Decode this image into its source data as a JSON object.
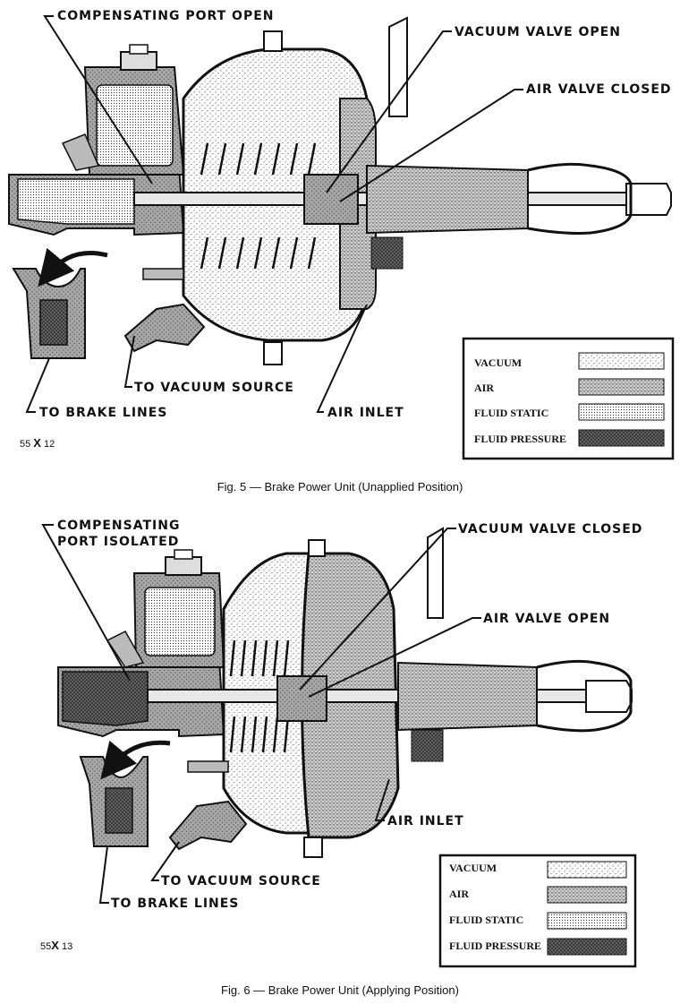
{
  "figure5": {
    "labels": {
      "compensating_port": "COMPENSATING PORT OPEN",
      "vacuum_valve": "VACUUM VALVE OPEN",
      "air_valve": "AIR VALVE CLOSED",
      "to_vacuum_source": "TO VACUUM SOURCE",
      "to_brake_lines": "TO BRAKE LINES",
      "air_inlet": "AIR INLET"
    },
    "legend": [
      "VACUUM",
      "AIR",
      "FLUID STATIC",
      "FLUID PRESSURE"
    ],
    "code_prefix": "55 ",
    "code_x": "X",
    "code_suffix": " 12",
    "caption": "Fig. 5 — Brake Power Unit (Unapplied Position)"
  },
  "figure6": {
    "labels": {
      "compensating_port_line1": "COMPENSATING",
      "compensating_port_line2": "PORT ISOLATED",
      "vacuum_valve": "VACUUM VALVE CLOSED",
      "air_valve": "AIR VALVE OPEN",
      "air_inlet": "AIR INLET",
      "to_vacuum_source": "TO VACUUM SOURCE",
      "to_brake_lines": "TO BRAKE LINES"
    },
    "legend": [
      "VACUUM",
      "AIR",
      "FLUID STATIC",
      "FLUID PRESSURE"
    ],
    "code_prefix": "55",
    "code_x": "X",
    "code_suffix": " 13",
    "caption": "Fig. 6 — Brake Power Unit (Applying Position)"
  },
  "colors": {
    "ink": "#111111",
    "paper": "#ffffff"
  }
}
